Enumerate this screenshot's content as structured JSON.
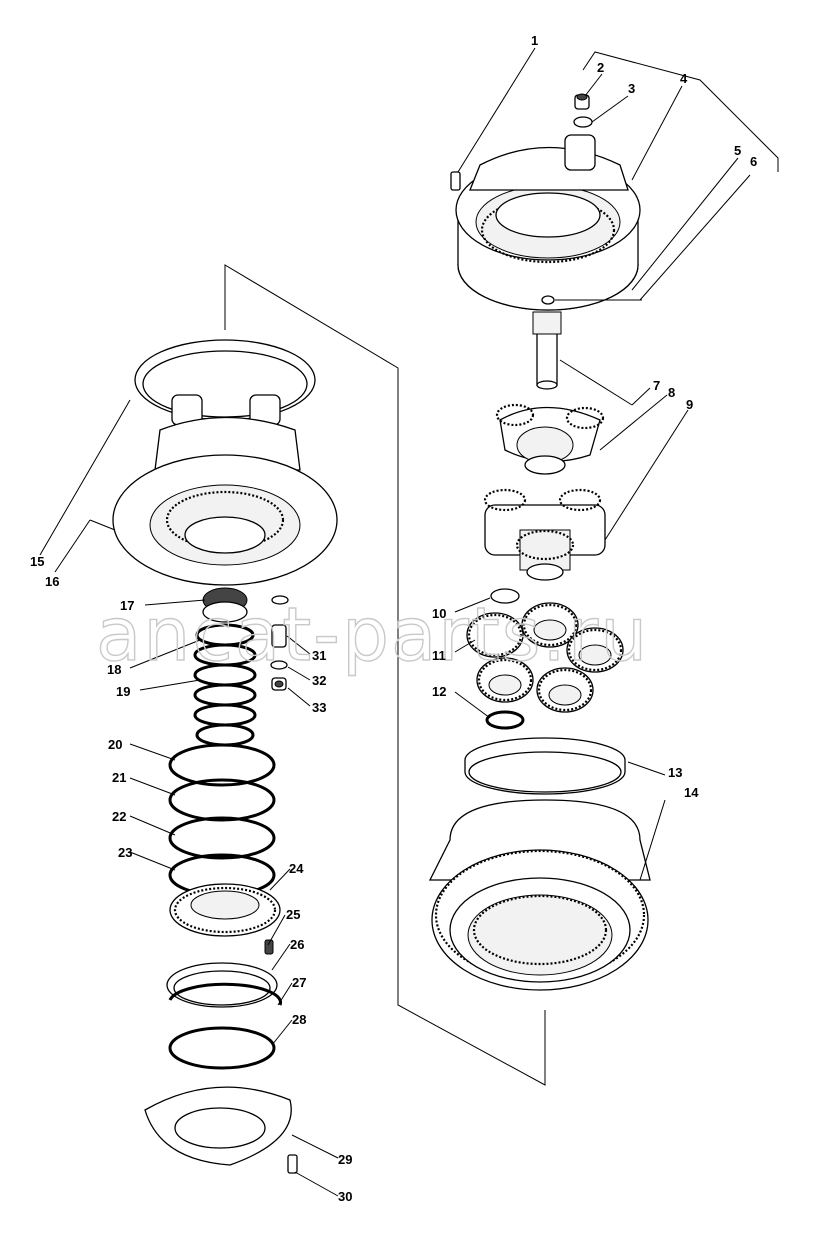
{
  "watermark": "ancat-parts.ru",
  "callouts": [
    "1",
    "2",
    "3",
    "4",
    "5",
    "6",
    "7",
    "8",
    "9",
    "10",
    "11",
    "12",
    "13",
    "14",
    "15",
    "16",
    "17",
    "18",
    "19",
    "20",
    "21",
    "22",
    "23",
    "24",
    "25",
    "26",
    "27",
    "28",
    "29",
    "30",
    "31",
    "32",
    "33"
  ]
}
